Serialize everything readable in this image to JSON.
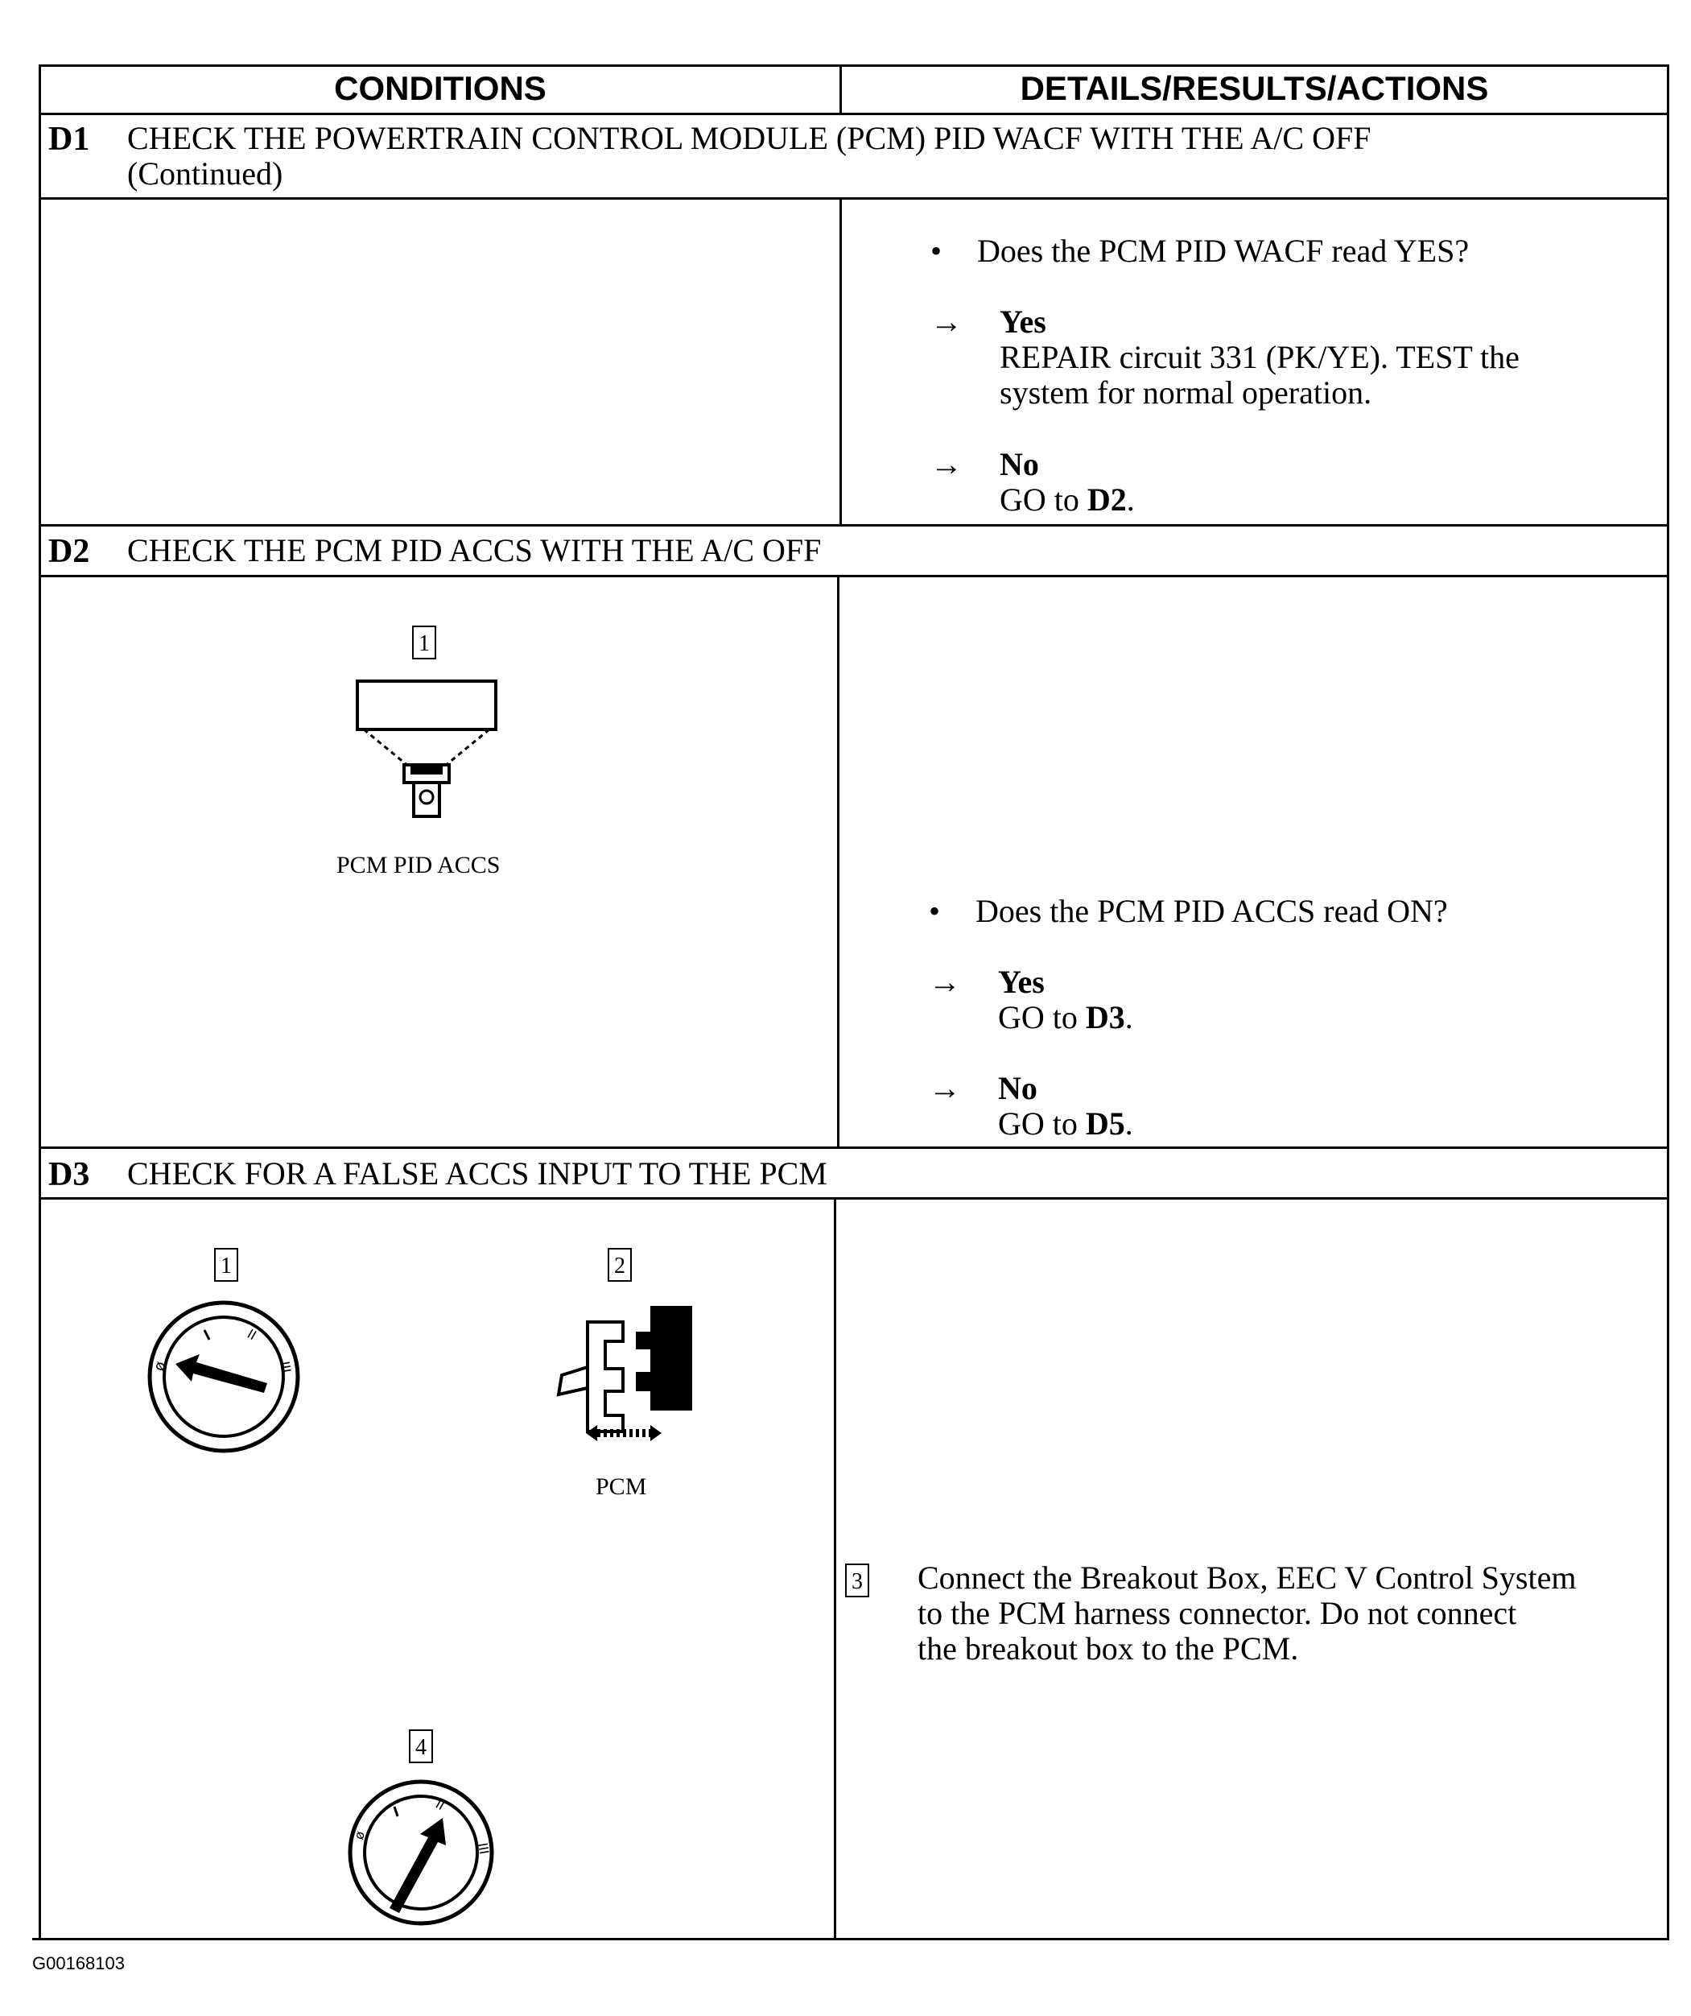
{
  "headers": {
    "conditions": "CONDITIONS",
    "details": "DETAILS/RESULTS/ACTIONS"
  },
  "d1": {
    "id": "D1",
    "title_line1": "CHECK THE POWERTRAIN CONTROL MODULE (PCM) PID WACF WITH THE A/C OFF",
    "title_line2": "(Continued)",
    "question": "Does the PCM PID WACF read YES?",
    "yes_label": "Yes",
    "yes_line1": "REPAIR circuit 331 (PK/YE). TEST the",
    "yes_line2": "system for normal operation.",
    "no_label": "No",
    "no_prefix": "GO to ",
    "no_target": "D2",
    "no_suffix": "."
  },
  "d2": {
    "id": "D2",
    "title": "CHECK THE PCM PID ACCS WITH THE A/C OFF",
    "fig_step": "1",
    "fig_caption": "PCM PID ACCS",
    "question": "Does the PCM PID ACCS read ON?",
    "yes_label": "Yes",
    "yes_prefix": "GO to ",
    "yes_target": "D3",
    "yes_suffix": ".",
    "no_label": "No",
    "no_prefix": "GO to ",
    "no_target": "D5",
    "no_suffix": "."
  },
  "d3": {
    "id": "D3",
    "title": "CHECK FOR A FALSE ACCS INPUT TO THE PCM",
    "fig1_step": "1",
    "fig2_step": "2",
    "fig2_caption": "PCM",
    "fig4_step": "4",
    "step3_num": "3",
    "step3_line1": "Connect the Breakout Box, EEC V Control System",
    "step3_line2": "to the PCM harness connector. Do not connect",
    "step3_line3": "the breakout box to the PCM."
  },
  "symbols": {
    "bullet": "•",
    "arrow": "→"
  },
  "footer": {
    "code": "G00168103"
  }
}
